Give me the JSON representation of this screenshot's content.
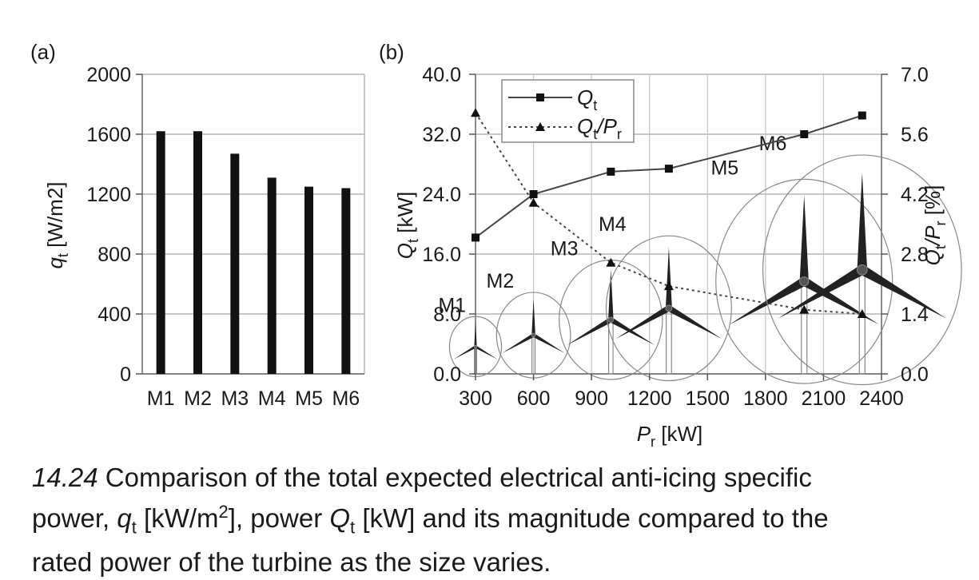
{
  "chart_data": [
    {
      "panel": "(a)",
      "type": "bar",
      "categories": [
        "M1",
        "M2",
        "M3",
        "M4",
        "M5",
        "M6"
      ],
      "values": [
        1620,
        1620,
        1470,
        1310,
        1250,
        1240
      ],
      "ylabel": "q",
      "ylabel_sub": "t",
      "ylabel_unit": "[W/m2]",
      "ylim": [
        0,
        2000
      ],
      "yticks": [
        "0",
        "400",
        "800",
        "1200",
        "1600",
        "2000"
      ],
      "grid": true,
      "bar_color": "#111111"
    },
    {
      "panel": "(b)",
      "type": "line",
      "x": [
        300,
        600,
        1000,
        1300,
        2000,
        2300
      ],
      "xlabel": "P",
      "xlabel_sub": "r",
      "xlabel_unit": "[kW]",
      "xlim": [
        300,
        2400
      ],
      "xticks": [
        "300",
        "600",
        "900",
        "1200",
        "1500",
        "1800",
        "2100",
        "2400"
      ],
      "ylabel_left": "Q",
      "ylabel_left_sub": "t",
      "ylabel_left_unit": "[kW]",
      "ylim_left": [
        0,
        40
      ],
      "yticks_left": [
        "0.0",
        "8.0",
        "16.0",
        "24.0",
        "32.0",
        "40.0"
      ],
      "ylabel_right": "Q",
      "ylabel_right_sub": "t",
      "ylabel_right_mid": "/P",
      "ylabel_right_sub2": "r",
      "ylabel_right_unit": "[%]",
      "ylim_right": [
        0,
        7
      ],
      "yticks_right": [
        "0.0",
        "1.4",
        "2.8",
        "4.2",
        "5.6",
        "7.0"
      ],
      "grid": true,
      "legend_position": "top-left",
      "series": [
        {
          "name": "Q",
          "name_sub": "t",
          "axis": "left",
          "marker": "square",
          "style": "solid",
          "values": [
            18.2,
            24.0,
            27.0,
            27.4,
            32.0,
            34.5
          ]
        },
        {
          "name": "Q",
          "name_sub": "t",
          "name_mid": "/P",
          "name_sub2": "r",
          "axis": "right",
          "marker": "triangle",
          "style": "dotted",
          "values": [
            6.1,
            4.0,
            2.6,
            2.05,
            1.5,
            1.4
          ]
        }
      ],
      "turbine_labels": [
        "M1",
        "M2",
        "M3",
        "M4",
        "M5",
        "M6"
      ]
    }
  ],
  "caption": {
    "figure_number": "14.24",
    "line1": "Comparison of the total expected electrical anti-icing specific",
    "line2_a": "power, ",
    "q_symbol": "q",
    "q_sub": "t",
    "q_unit_a": " [kW/m",
    "q_unit_sup": "2",
    "line2_b": "], power ",
    "Q_symbol": "Q",
    "Q_sub": "t",
    "line2_c": " [kW] and its magnitude compared to the",
    "line3": "rated power of the turbine as the size varies."
  }
}
